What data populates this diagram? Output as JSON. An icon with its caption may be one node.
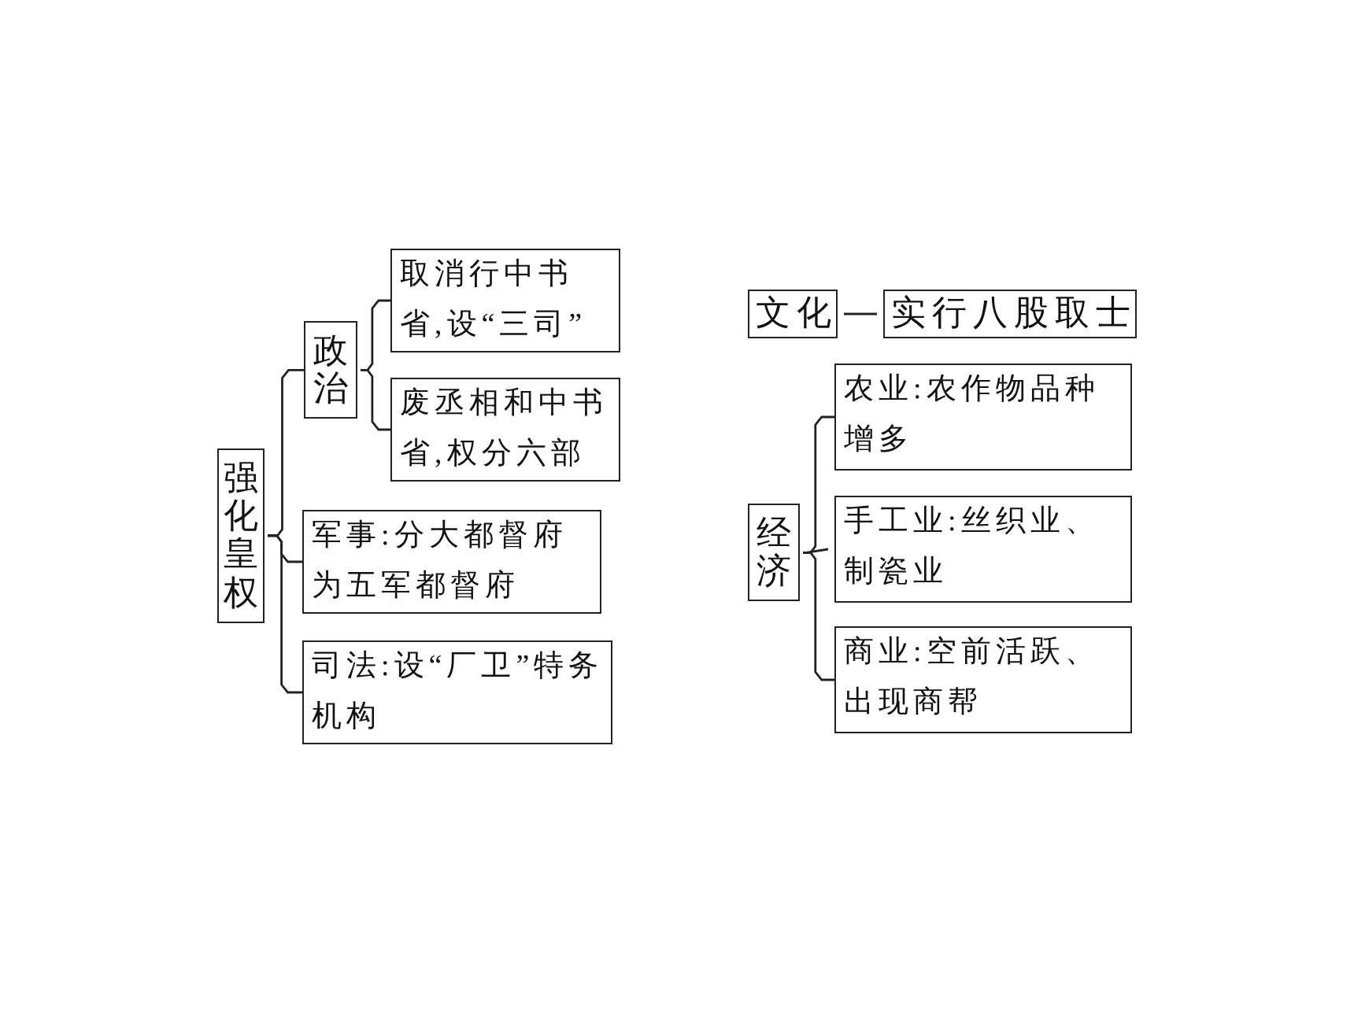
{
  "diagram": {
    "nodes": [
      {
        "text": [
          "强化皇权"
        ]
      },
      {
        "text": [
          "政治"
        ]
      },
      {
        "text": [
          "取消行中书省,设“三司”"
        ]
      },
      {
        "text": [
          "废丞相和中书省,权分六部"
        ]
      },
      {
        "text": [
          "军事:分大都督府为五军都督府"
        ]
      },
      {
        "text": [
          "司法:设“厂卫”特务机构"
        ]
      },
      {
        "text": [
          "文化"
        ]
      },
      {
        "text": [
          "实行八股取士"
        ]
      },
      {
        "text": [
          "经济"
        ]
      },
      {
        "text": [
          "农业:农作物品种增多"
        ]
      },
      {
        "text": [
          "手工业:丝织业、制瓷业"
        ]
      },
      {
        "text": [
          "商业:空前活跃、出现商帮"
        ]
      }
    ],
    "edges": [
      {
        "from": 0,
        "to": 1,
        "arrow": "none"
      },
      {
        "from": 0,
        "to": 4,
        "arrow": "none"
      },
      {
        "from": 0,
        "to": 5,
        "arrow": "none"
      },
      {
        "from": 1,
        "to": 2,
        "arrow": "none"
      },
      {
        "from": 1,
        "to": 3,
        "arrow": "none"
      },
      {
        "from": 6,
        "to": 7,
        "arrow": "none"
      },
      {
        "from": 8,
        "to": 9,
        "arrow": "none"
      },
      {
        "from": 8,
        "to": 10,
        "arrow": "none"
      },
      {
        "from": 8,
        "to": 11,
        "arrow": "none"
      }
    ]
  }
}
